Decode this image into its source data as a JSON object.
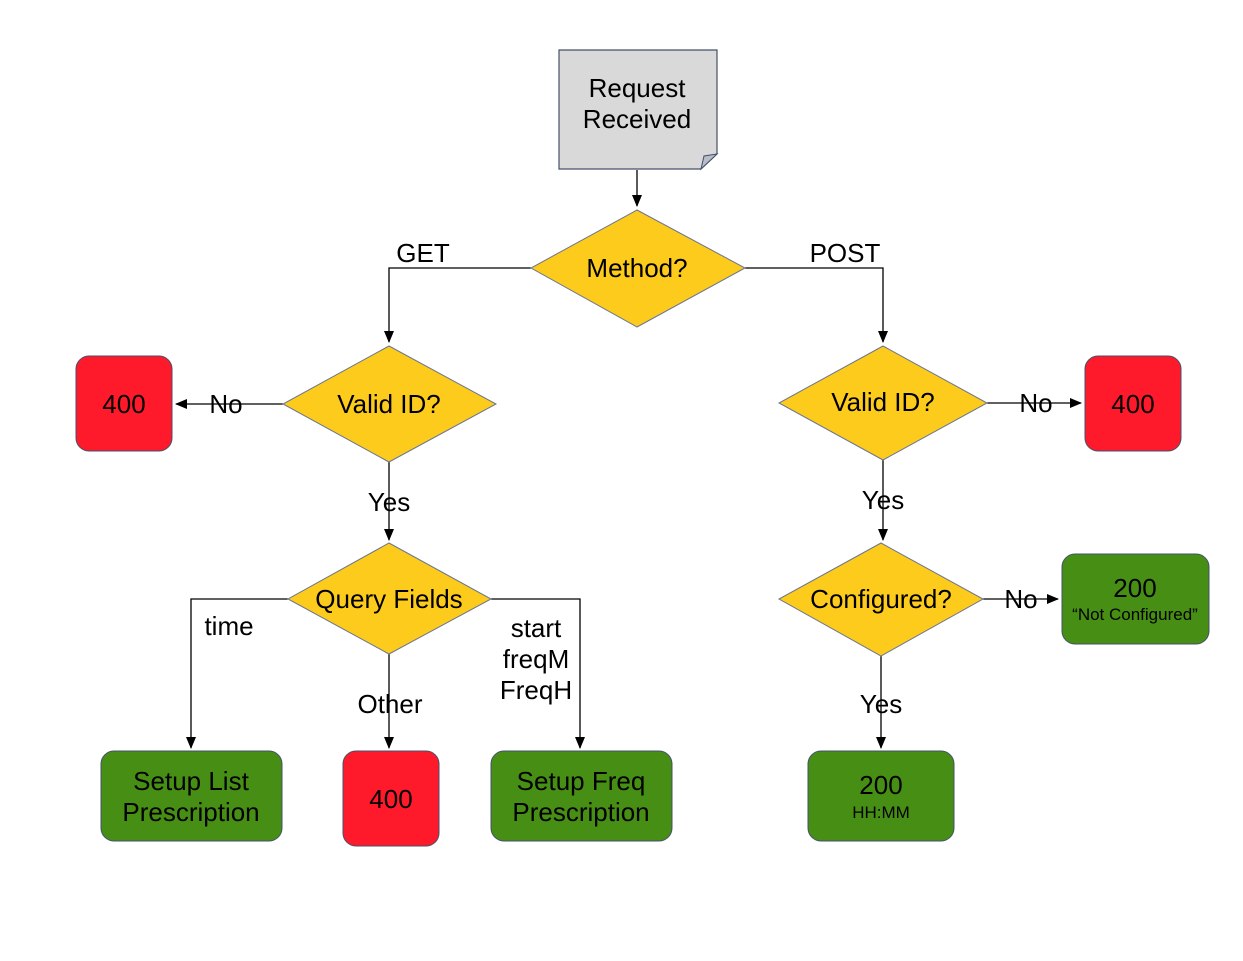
{
  "nodes": {
    "start": {
      "line1": "Request",
      "line2": "Received"
    },
    "method": "Method?",
    "get_valid": "Valid ID?",
    "post_valid": "Valid ID?",
    "query": "Query Fields",
    "configured": "Configured?",
    "get_400": "400",
    "post_400": "400",
    "other_400": "400",
    "setup_list": {
      "line1": "Setup List",
      "line2": "Prescription"
    },
    "setup_freq": {
      "line1": "Setup Freq",
      "line2": "Prescription"
    },
    "not_configured": {
      "code": "200",
      "note": "“Not Configured”"
    },
    "configured_200": {
      "code": "200",
      "note": "HH:MM"
    }
  },
  "edges": {
    "get": "GET",
    "post": "POST",
    "get_no": "No",
    "post_no": "No",
    "get_yes": "Yes",
    "post_yes": "Yes",
    "time": "time",
    "other": "Other",
    "freq_fields": {
      "l1": "start",
      "l2": "freqM",
      "l3": "FreqH"
    },
    "conf_no": "No",
    "conf_yes": "Yes"
  },
  "colors": {
    "decision": "#fccb1c",
    "error": "#fe1a2b",
    "success": "#478e14",
    "document": "#d9d9d9"
  }
}
